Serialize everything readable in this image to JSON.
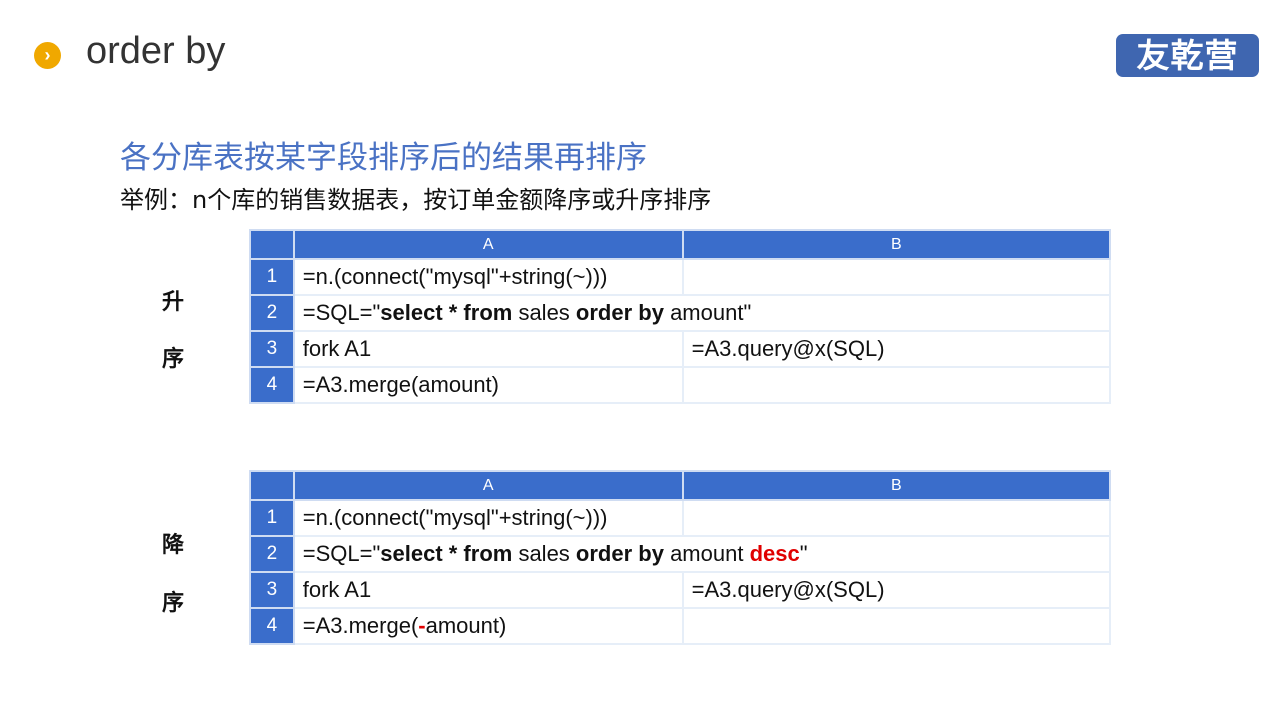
{
  "header": {
    "title": "order by",
    "logo": "友乾营",
    "bullet_icon": "chevron-right-icon"
  },
  "subtitle": "各分库表按某字段排序后的结果再排序",
  "example": "举例：n个库的销售数据表，按订单金额降序或升序排序",
  "asc": {
    "label1": "升",
    "label2": "序",
    "columns": [
      "A",
      "B"
    ],
    "rows": [
      {
        "n": "1",
        "a": [
          {
            "t": "=n.(connect(\"mysql\"+string(~)))"
          }
        ],
        "b": ""
      },
      {
        "n": "2",
        "a": [
          {
            "t": "=SQL=\""
          },
          {
            "t": "select * from",
            "s": "b"
          },
          {
            "t": " sales "
          },
          {
            "t": "order by",
            "s": "b"
          },
          {
            "t": " amount\""
          }
        ],
        "span": true
      },
      {
        "n": "3",
        "a": [
          {
            "t": "fork A1"
          }
        ],
        "b": "=A3.query@x(SQL)"
      },
      {
        "n": "4",
        "a": [
          {
            "t": "=A3.merge(amount)"
          }
        ],
        "b": ""
      }
    ]
  },
  "desc": {
    "label1": "降",
    "label2": "序",
    "columns": [
      "A",
      "B"
    ],
    "rows": [
      {
        "n": "1",
        "a": [
          {
            "t": "=n.(connect(\"mysql\"+string(~)))"
          }
        ],
        "b": ""
      },
      {
        "n": "2",
        "a": [
          {
            "t": "=SQL=\""
          },
          {
            "t": "select * from",
            "s": "b"
          },
          {
            "t": " sales "
          },
          {
            "t": "order by",
            "s": "b"
          },
          {
            "t": " amount "
          },
          {
            "t": "desc",
            "s": "r"
          },
          {
            "t": "\""
          }
        ],
        "span": true
      },
      {
        "n": "3",
        "a": [
          {
            "t": "fork A1"
          }
        ],
        "b": "=A3.query@x(SQL)"
      },
      {
        "n": "4",
        "a": [
          {
            "t": "=A3.merge("
          },
          {
            "t": "-",
            "s": "r"
          },
          {
            "t": "amount)"
          }
        ],
        "b": ""
      }
    ]
  },
  "colors": {
    "accent": "#3a6dcb",
    "bullet": "#f0a800",
    "subtitle": "#4a72c4",
    "highlight": "#e00000"
  }
}
